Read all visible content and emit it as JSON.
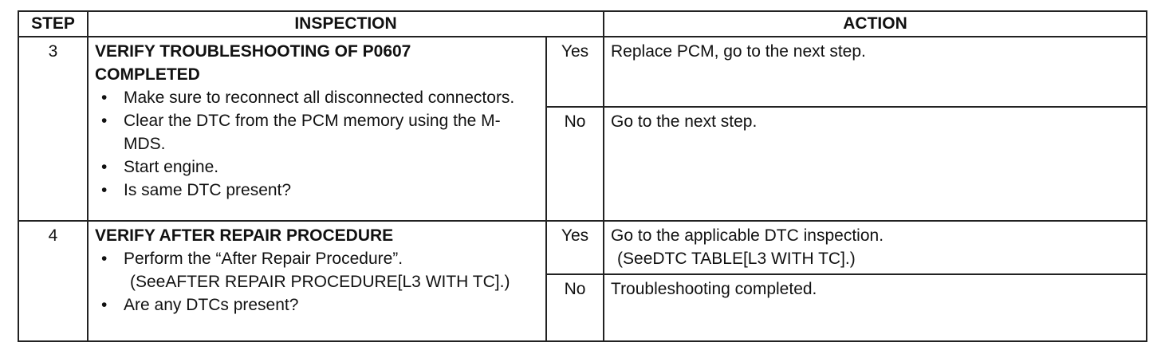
{
  "headers": {
    "step": "STEP",
    "inspection": "INSPECTION",
    "action": "ACTION"
  },
  "rows": [
    {
      "step": "3",
      "title_line1": "VERIFY TROUBLESHOOTING OF P0607",
      "title_line2": "COMPLETED",
      "bullets": [
        "Make sure to reconnect all disconnected connectors.",
        "Clear the DTC from the PCM memory using the M-MDS.",
        "Start engine.",
        "Is same DTC present?"
      ],
      "yes_label": "Yes",
      "yes_action": "Replace PCM, go to the next step.",
      "no_label": "No",
      "no_action": "Go to the next step."
    },
    {
      "step": "4",
      "title": "VERIFY AFTER REPAIR PROCEDURE",
      "bullet1": "Perform the “After Repair Procedure”.",
      "bullet1_ref": "(SeeAFTER REPAIR PROCEDURE[L3 WITH TC].)",
      "bullet2": "Are any DTCs present?",
      "yes_label": "Yes",
      "yes_action": "Go to the applicable DTC inspection.",
      "yes_action_ref": "(SeeDTC TABLE[L3 WITH TC].)",
      "no_label": "No",
      "no_action": "Troubleshooting completed."
    }
  ]
}
